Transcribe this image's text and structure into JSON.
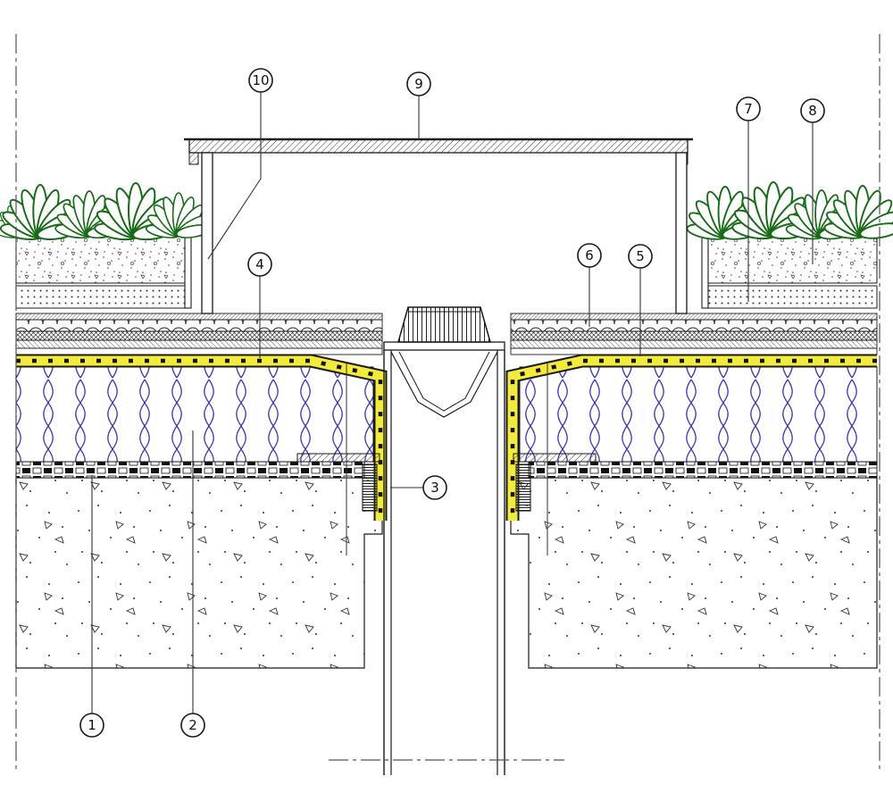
{
  "drawing": {
    "callouts": [
      {
        "label": "1"
      },
      {
        "label": "2"
      },
      {
        "label": "3"
      },
      {
        "label": "4"
      },
      {
        "label": "5"
      },
      {
        "label": "6"
      },
      {
        "label": "7"
      },
      {
        "label": "8"
      },
      {
        "label": "9"
      },
      {
        "label": "10"
      }
    ]
  },
  "colors": {
    "membrane_yellow": "#f2ea3c",
    "insulation_blue": "#3b3bb0",
    "plant_green": "#176b17",
    "line_dark": "#1a1a1a",
    "background": "#ffffff"
  }
}
